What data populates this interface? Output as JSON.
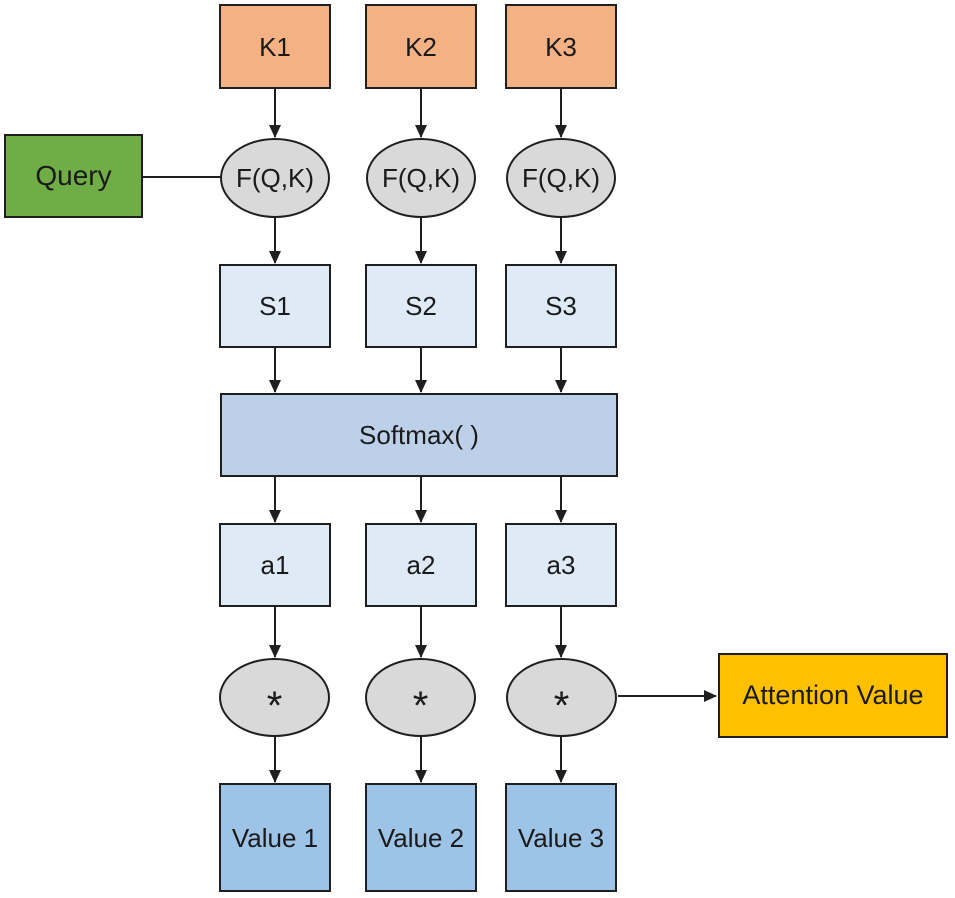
{
  "colors": {
    "background": "#FFFFFF",
    "key_fill": "#F4B183",
    "query_fill": "#70AD47",
    "fn_fill": "#D9D9D9",
    "score_fill": "#DEEBF7",
    "softmax_fill": "#BDD0EA",
    "weight_fill": "#DEEBF7",
    "mult_fill": "#D9D9D9",
    "value_fill": "#9DC3E6",
    "attention_fill": "#FFC000",
    "border": "#1F1F1F",
    "line": "#1F1F1F",
    "text": "#1A1A1A"
  },
  "nodes": {
    "keys": [
      "K1",
      "K2",
      "K3"
    ],
    "query": "Query",
    "score_functions": [
      "F(Q,K)",
      "F(Q,K)",
      "F(Q,K)"
    ],
    "scores": [
      "S1",
      "S2",
      "S3"
    ],
    "softmax": "Softmax( )",
    "attention_weights": [
      "a1",
      "a2",
      "a3"
    ],
    "multiply_operators": [
      "*",
      "*",
      "*"
    ],
    "values": [
      "Value 1",
      "Value 2",
      "Value 3"
    ],
    "attention_value": "Attention Value"
  }
}
